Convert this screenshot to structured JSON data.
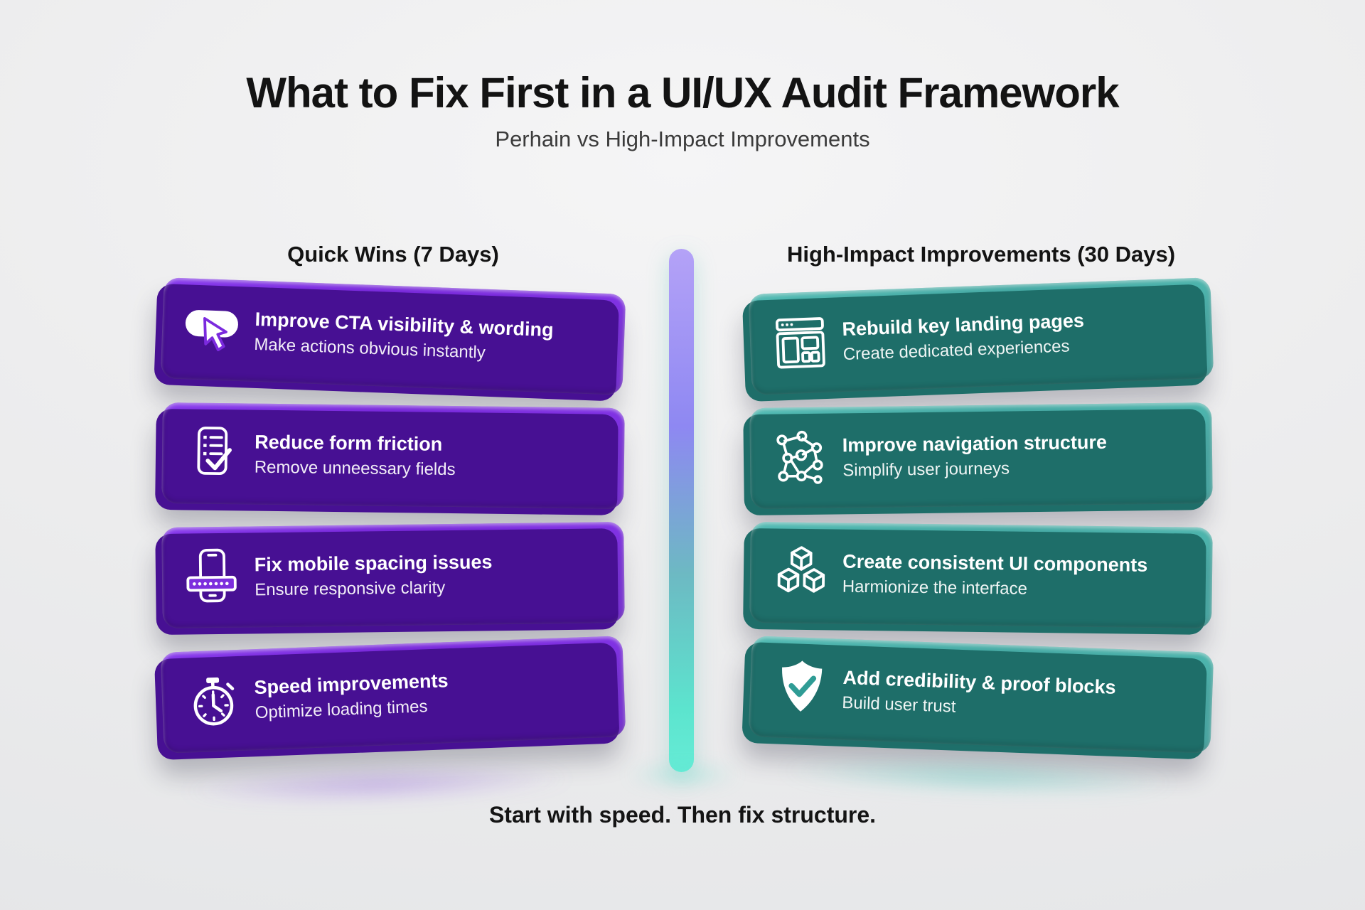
{
  "header": {
    "title": "What to Fix First in a UI/UX Audit Framework",
    "subtitle": "Perhain vs High-Impact Improvements"
  },
  "columns": [
    {
      "id": "quick-wins",
      "header": "Quick Wins (7 Days)",
      "accent_color": "#7b2ade",
      "edge_color": "#471093",
      "cards": [
        {
          "icon": "cta-button-cursor-icon",
          "title": "Improve CTA visibility & wording",
          "subtitle": "Make actions obvious instantly"
        },
        {
          "icon": "form-checklist-icon",
          "title": "Reduce form friction",
          "subtitle": "Remove unneessary fields"
        },
        {
          "icon": "mobile-keyboard-icon",
          "title": "Fix mobile spacing issues",
          "subtitle": "Ensure responsive clarity"
        },
        {
          "icon": "stopwatch-icon",
          "title": "Speed improvements",
          "subtitle": "Optimize loading times"
        }
      ]
    },
    {
      "id": "high-impact",
      "header": "High-Impact Improvements (30 Days)",
      "accent_color": "#4bb3ac",
      "edge_color": "#1e6e69",
      "cards": [
        {
          "icon": "landing-page-layout-icon",
          "title": "Rebuild key landing pages",
          "subtitle": "Create dedicated experiences"
        },
        {
          "icon": "network-nodes-icon",
          "title": "Improve navigation structure",
          "subtitle": "Simplify user journeys"
        },
        {
          "icon": "cubes-icon",
          "title": "Create consistent UI components",
          "subtitle": "Harmionize the interface"
        },
        {
          "icon": "shield-check-icon",
          "title": "Add credibility & proof blocks",
          "subtitle": "Build user trust"
        }
      ]
    }
  ],
  "divider": {
    "gradient_top": "#b4a2f7",
    "gradient_bottom": "#5ce4ce"
  },
  "footer": {
    "note": "Start with speed. Then fix structure."
  },
  "background_color": "#ececee",
  "text_color": "#141414"
}
